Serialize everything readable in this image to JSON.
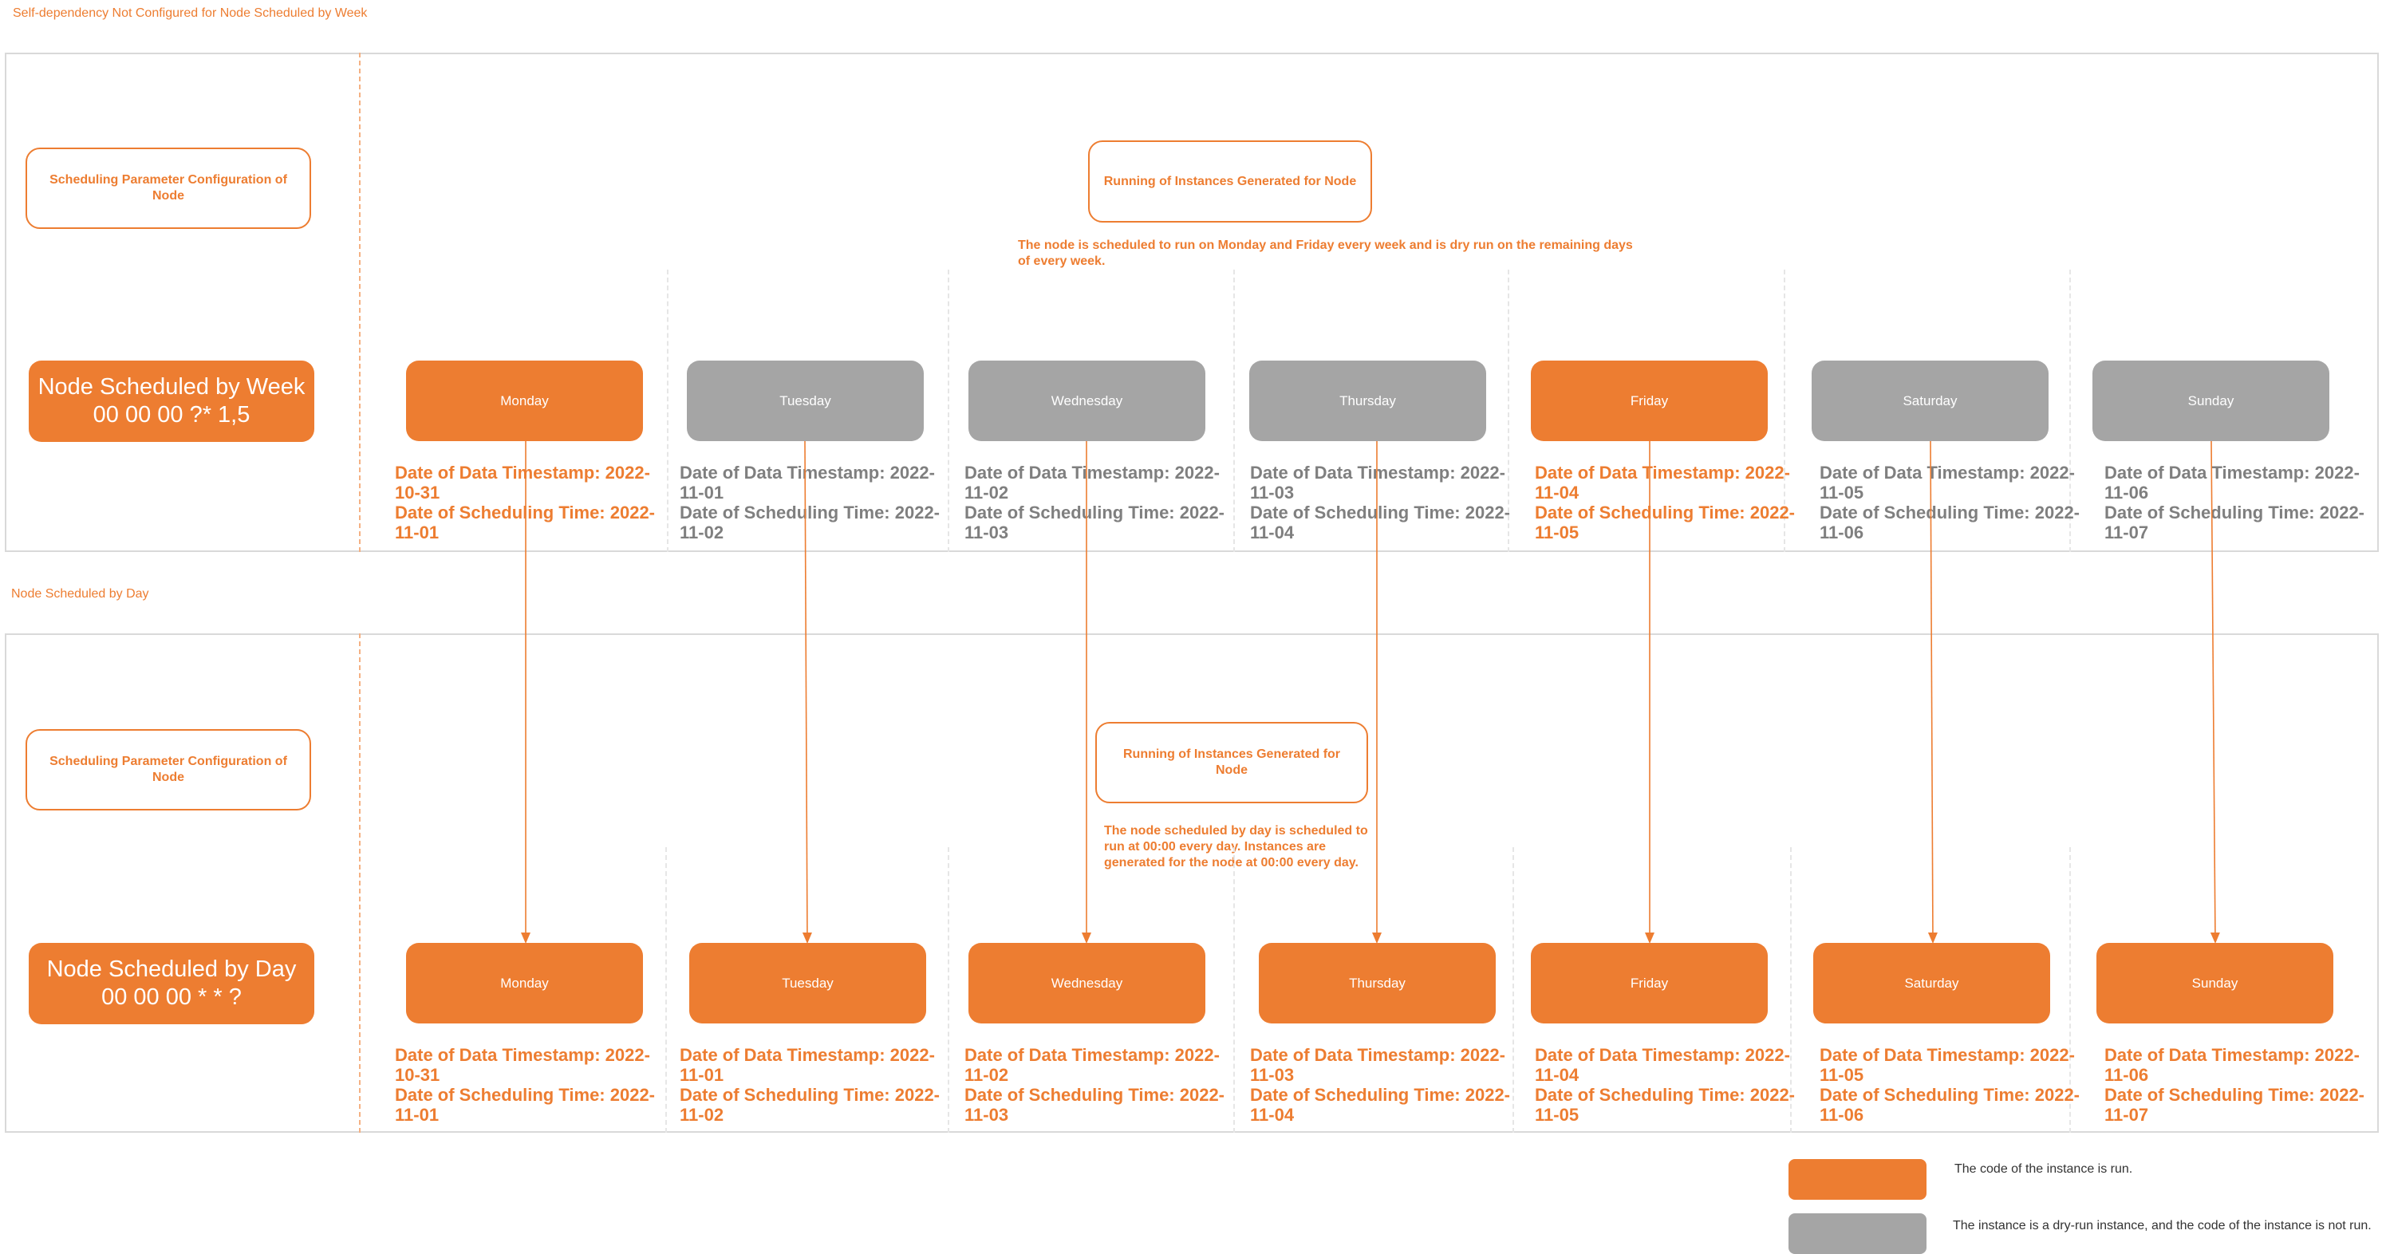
{
  "sections": [
    {
      "title": "Self-dependency Not Configured for Node Scheduled by Week",
      "param_label": "Scheduling Parameter Configuration of Node",
      "node_title": "Node Scheduled by Week",
      "node_cron": "00 00 00 ?* 1,5",
      "running_label": "Running of Instances Generated for Node",
      "note": "The node is scheduled to run on Monday and Friday every week and is dry run on the remaining days of every week.",
      "days": [
        {
          "name": "Monday",
          "status": "run",
          "timestamp": "Date of Data Timestamp: 2022-10-31",
          "scheduling": "Date of Scheduling Time: 2022-11-01"
        },
        {
          "name": "Tuesday",
          "status": "dry",
          "timestamp": "Date of Data Timestamp: 2022-11-01",
          "scheduling": "Date of Scheduling Time: 2022-11-02"
        },
        {
          "name": "Wednesday",
          "status": "dry",
          "timestamp": "Date of Data Timestamp: 2022-11-02",
          "scheduling": "Date of Scheduling Time: 2022-11-03"
        },
        {
          "name": "Thursday",
          "status": "dry",
          "timestamp": "Date of Data Timestamp: 2022-11-03",
          "scheduling": "Date of Scheduling Time: 2022-11-04"
        },
        {
          "name": "Friday",
          "status": "run",
          "timestamp": "Date of Data Timestamp: 2022-11-04",
          "scheduling": "Date of Scheduling Time: 2022-11-05"
        },
        {
          "name": "Saturday",
          "status": "dry",
          "timestamp": "Date of Data Timestamp: 2022-11-05",
          "scheduling": "Date of Scheduling Time: 2022-11-06"
        },
        {
          "name": "Sunday",
          "status": "dry",
          "timestamp": "Date of Data Timestamp: 2022-11-06",
          "scheduling": "Date of Scheduling Time: 2022-11-07"
        }
      ]
    },
    {
      "title": "Node Scheduled by Day",
      "param_label": "Scheduling Parameter Configuration of Node",
      "node_title": "Node Scheduled by Day",
      "node_cron": "00 00 00 * * ?",
      "running_label": "Running of Instances Generated for Node",
      "note": "The node scheduled by day is scheduled to run at 00:00 every day. Instances are generated for the node at 00:00 every day.",
      "days": [
        {
          "name": "Monday",
          "status": "run",
          "timestamp": "Date of Data Timestamp: 2022-10-31",
          "scheduling": "Date of Scheduling Time: 2022-11-01"
        },
        {
          "name": "Tuesday",
          "status": "run",
          "timestamp": "Date of Data Timestamp: 2022-11-01",
          "scheduling": "Date of Scheduling Time: 2022-11-02"
        },
        {
          "name": "Wednesday",
          "status": "run",
          "timestamp": "Date of Data Timestamp: 2022-11-02",
          "scheduling": "Date of Scheduling Time: 2022-11-03"
        },
        {
          "name": "Thursday",
          "status": "run",
          "timestamp": "Date of Data Timestamp: 2022-11-03",
          "scheduling": "Date of Scheduling Time: 2022-11-04"
        },
        {
          "name": "Friday",
          "status": "run",
          "timestamp": "Date of Data Timestamp: 2022-11-04",
          "scheduling": "Date of Scheduling Time: 2022-11-05"
        },
        {
          "name": "Saturday",
          "status": "run",
          "timestamp": "Date of Data Timestamp: 2022-11-05",
          "scheduling": "Date of Scheduling Time: 2022-11-06"
        },
        {
          "name": "Sunday",
          "status": "run",
          "timestamp": "Date of Data Timestamp: 2022-11-06",
          "scheduling": "Date of Scheduling Time: 2022-11-07"
        }
      ]
    }
  ],
  "legend": {
    "run_text": "The code of the instance is run.",
    "dry_text": "The instance is a dry-run instance, and the code of the instance is not run."
  },
  "colors": {
    "run": "#ED7D31",
    "dry": "#A5A5A5"
  }
}
